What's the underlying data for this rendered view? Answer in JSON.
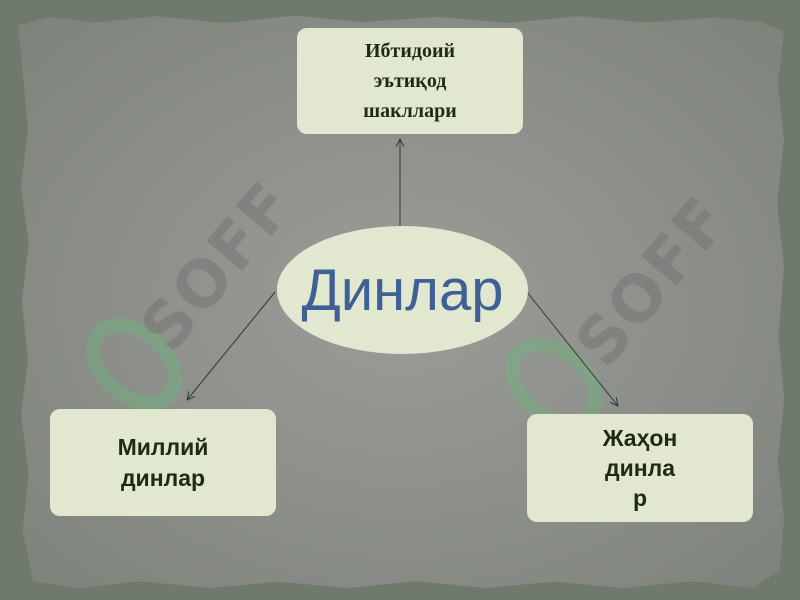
{
  "diagram": {
    "center": "Динлар",
    "top": "Ибтидоий\nэътиқод\nшакллари",
    "left": "Миллий\nдинлар",
    "right": "Жаҳон\nдинла\nр"
  },
  "watermark": {
    "text": "SOFF"
  },
  "colors": {
    "box_fill": "#e1e8cf",
    "center_text": "#3f5f95",
    "box_text": "#1f2a16",
    "arrow": "#2e3a2e"
  }
}
